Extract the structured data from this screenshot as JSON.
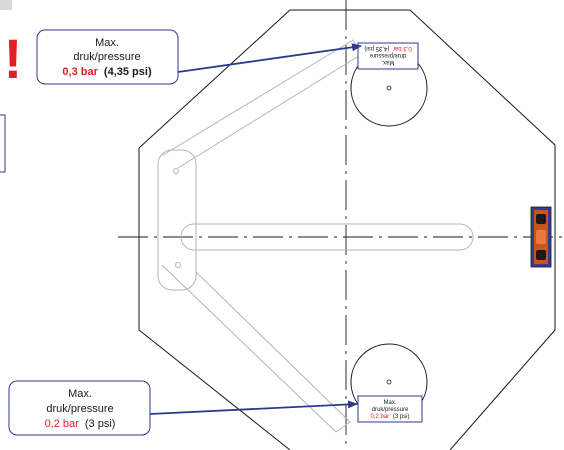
{
  "callout_top": {
    "line1": "Max.",
    "line2": "druk/pressure",
    "value_bar": "0,3 bar",
    "value_psi": "(4,35 psi)"
  },
  "callout_bottom": {
    "line1": "Max.",
    "line2": "druk/pressure",
    "value_bar": "0,2 bar",
    "value_psi": "(3 psi)"
  },
  "label_top": {
    "line1": "Max.",
    "line2": "druk/pressure",
    "value_bar": "0,3 bar",
    "value_psi": "(4,35 psi)"
  },
  "label_bottom": {
    "line1": "Max.",
    "line2": "druk/pressure",
    "value_bar": "0,2 bar",
    "value_psi": "(3 psi)"
  },
  "warning_symbol": "!",
  "colors": {
    "accent_red": "#e31e24",
    "arrow_blue": "#2b3a8f",
    "line": "#1a1a1a",
    "rail": "#b5b5b5"
  }
}
